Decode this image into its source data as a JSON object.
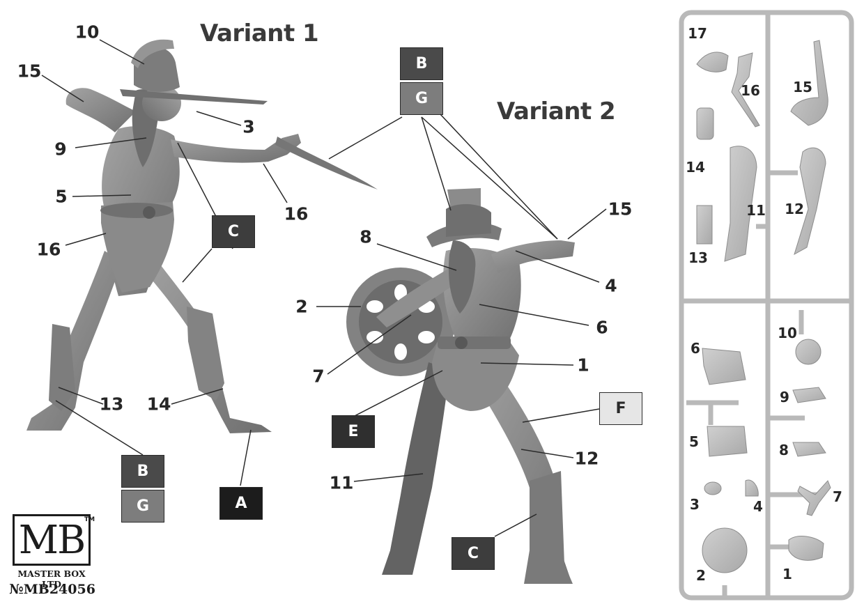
{
  "titles": {
    "variant1": "Variant 1",
    "variant2": "Variant 2"
  },
  "variant1_callouts": [
    "10",
    "15",
    "3",
    "9",
    "5",
    "16",
    "16",
    "13",
    "14"
  ],
  "variant2_callouts": [
    "8",
    "15",
    "4",
    "2",
    "6",
    "7",
    "1",
    "12",
    "11"
  ],
  "color_boxes": {
    "v1_shoulder": "C",
    "v1_boot_top": "B",
    "v1_boot_bottom": "G",
    "v1_foot": "A",
    "v2_top_top": "B",
    "v2_top_bottom": "G",
    "v2_belt": "E",
    "v2_legs": "F",
    "v2_boot": "C"
  },
  "box_colors": {
    "A": "#1c1c1c",
    "B": "#4a4a4a",
    "C": "#3d3d3d",
    "E": "#2f2f2f",
    "F": "#e6e6e6",
    "G": "#7d7d7d"
  },
  "sprue_labels": [
    "17",
    "16",
    "15",
    "14",
    "11",
    "12",
    "13",
    "6",
    "10",
    "9",
    "5",
    "8",
    "3",
    "4",
    "7",
    "2",
    "1"
  ],
  "logo": {
    "mark": "MB",
    "tm": "TM",
    "maker": "MASTER BOX LTD",
    "catalog": "№MB24056"
  }
}
